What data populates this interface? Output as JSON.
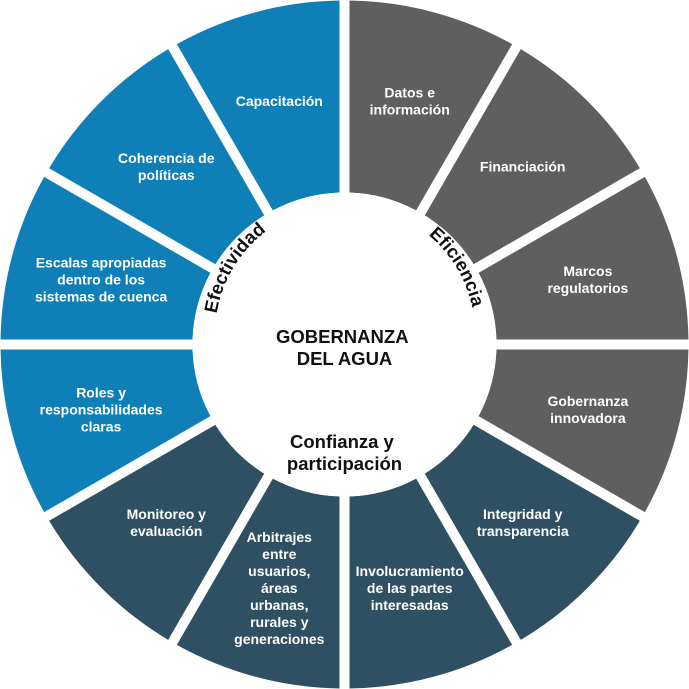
{
  "center": {
    "title_lines": [
      "GOBERNANZA",
      "DEL AGUA"
    ],
    "trust_lines": [
      "Confianza y",
      "participación"
    ]
  },
  "arc_labels": {
    "efectividad": "Efectividad",
    "eficiencia": "Eficiencia"
  },
  "colors": {
    "efectividad": "#0E80B7",
    "eficiencia": "#5F5F5F",
    "confianza": "#2F5062",
    "background": "#FFFFFF",
    "text_light": "#FFFFFF",
    "text_dark": "#111111"
  },
  "segments": [
    {
      "group": "eficiencia",
      "lines": [
        "Datos e",
        "información"
      ]
    },
    {
      "group": "eficiencia",
      "lines": [
        "Financiación"
      ]
    },
    {
      "group": "eficiencia",
      "lines": [
        "Marcos",
        "regulatorios"
      ]
    },
    {
      "group": "eficiencia",
      "lines": [
        "Gobernanza",
        "innovadora"
      ]
    },
    {
      "group": "confianza",
      "lines": [
        "Integridad y",
        "transparencia"
      ]
    },
    {
      "group": "confianza",
      "lines": [
        "Involucramiento",
        "de las partes",
        "interesadas"
      ]
    },
    {
      "group": "confianza",
      "lines": [
        "Arbitrajes",
        "entre",
        "usuarios,",
        "áreas",
        "urbanas,",
        "rurales y",
        "generaciones"
      ]
    },
    {
      "group": "confianza",
      "lines": [
        "Monitoreo y",
        "evaluación"
      ]
    },
    {
      "group": "efectividad",
      "lines": [
        "Roles y",
        "responsabilidades",
        "claras"
      ]
    },
    {
      "group": "efectividad",
      "lines": [
        "Escalas apropiadas",
        "dentro de los",
        "sistemas de cuenca"
      ]
    },
    {
      "group": "efectividad",
      "lines": [
        "Coherencia de",
        "políticas"
      ]
    },
    {
      "group": "efectividad",
      "lines": [
        "Capacitación"
      ]
    }
  ]
}
